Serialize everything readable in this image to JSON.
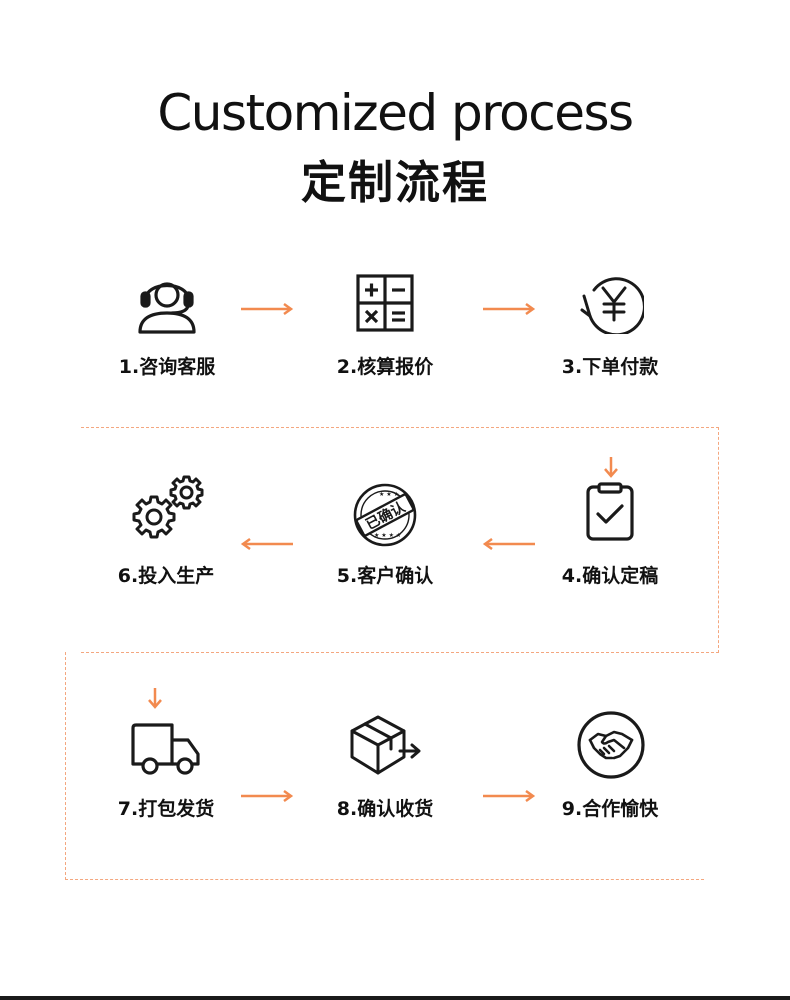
{
  "title": {
    "en": "Customized process",
    "cn": "定制流程"
  },
  "steps": [
    {
      "label": "1.咨询客服",
      "icon": "customer-service-headset-icon"
    },
    {
      "label": "2.核算报价",
      "icon": "calculator-icon"
    },
    {
      "label": "3.下单付款",
      "icon": "yuan-payment-icon"
    },
    {
      "label": "4.确认定稿",
      "icon": "clipboard-check-icon"
    },
    {
      "label": "5.客户确认",
      "icon": "confirmed-stamp-icon",
      "stamp_text": "已确认"
    },
    {
      "label": "6.投入生产",
      "icon": "gears-icon"
    },
    {
      "label": "7.打包发货",
      "icon": "delivery-truck-icon"
    },
    {
      "label": "8.确认收货",
      "icon": "package-received-icon"
    },
    {
      "label": "9.合作愉快",
      "icon": "handshake-icon"
    }
  ],
  "colors": {
    "accent": "#f28a4f",
    "dashed_border": "#f4a77f",
    "text": "#111111",
    "icon_stroke": "#1a1a1a"
  }
}
